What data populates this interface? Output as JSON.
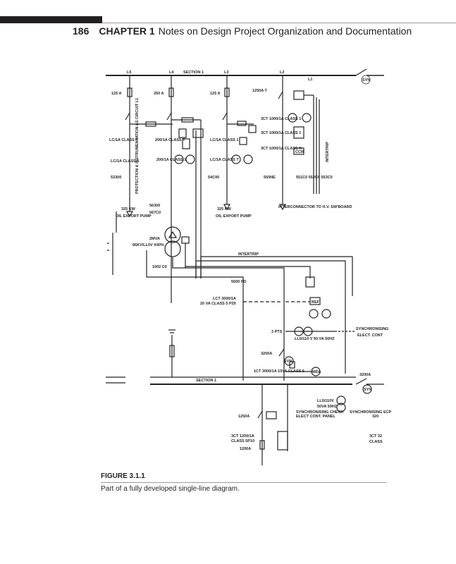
{
  "header": {
    "page_number": "186",
    "chapter": "CHAPTER 1",
    "title": "Notes on Design Project Organization and Documentation"
  },
  "figure": {
    "label": "FIGURE 3.1.1",
    "caption": "Part of a fully developed single-line diagram.",
    "labels": {
      "l5": "L5",
      "l4": "L4",
      "l3": "L3",
      "l2": "L2",
      "l1": "L1",
      "section_top": "SECTION 1",
      "syn_top": "SYN",
      "f125a_1": "125 A",
      "f250a": "250 A",
      "f125a_2": "125 A",
      "f1250a_t": "1250A T",
      "ct_l5a": "LC/1A CLASS T",
      "ct_l5b": "LC/1A CLASS 1",
      "protection": "PROTECTION & INSTRUMENTATION AS CIRCUIT L1",
      "ct_l4a": "200/1A CLASS T",
      "ct_l4b": "200/1A CLASS 1",
      "ct_l3a": "LC/1A CLASS 1",
      "ct_l3b": "LC/1A CLASS T",
      "ct_l2a": "3CT 1000/1A CLASS 1",
      "ct_l2b": "3CT 1000/1A CLASS 1",
      "ct_l2c": "3CT 1000/1A CLASS X",
      "ccr": "CCR",
      "intertrip_v": "INTERTRIP",
      "c53300": "53300",
      "c54c00": "54C00",
      "c550ne": "550NE",
      "c551": "551C0 552C0 553C0",
      "kw1": "325 KW",
      "pump1": "OIL EXPORT PUMP",
      "kw2": "325 KW",
      "pump2": "OIL EXPORT PUMP",
      "c56300": "56300",
      "c567": "567C0",
      "interconnector": "INTERCONNECTOR TO H.V. SW'BOARD",
      "tx1": "2MVA",
      "tx2": "66KV/LL0V X40%",
      "c1002": "1002 C0",
      "intertrip_h": "INTERTRIP",
      "c5500": "5500 PD",
      "ct_main1": "LCT 3000/1A",
      "ct_main2": "20 VA CLASS 5 P20",
      "ref": "REF",
      "pts": "3 PTS",
      "vt": "LL0/110 V 50 VA 50HZ",
      "sync1": "SYNCHRONISING",
      "sync2": "ELECT. CONT",
      "i3200a": "3200A",
      "syn_mid": "SYN",
      "mda": "MDA",
      "ct_bus": "1CT 3000/1A 10VA CLASS 5",
      "section_bot": "SECTION 1",
      "i3200a_r": "3200A",
      "syn_r": "SYN",
      "vt_r1": "LL0/110V",
      "vt_r2": "50VA 50HZ",
      "chk1": "SYNCHRONISING CHECK",
      "chk2": "ELECT CONT. PANEL",
      "syn_ecp": "SYNCHRONISING ECP",
      "n320": "320",
      "c1250a": "1250A",
      "ct_bot1": "3CT 1200/1A",
      "ct_bot2": "CLASS 5P10",
      "f1200a": "1200A",
      "ct_r1": "3CT 32",
      "ct_r2": "CLASS"
    }
  }
}
